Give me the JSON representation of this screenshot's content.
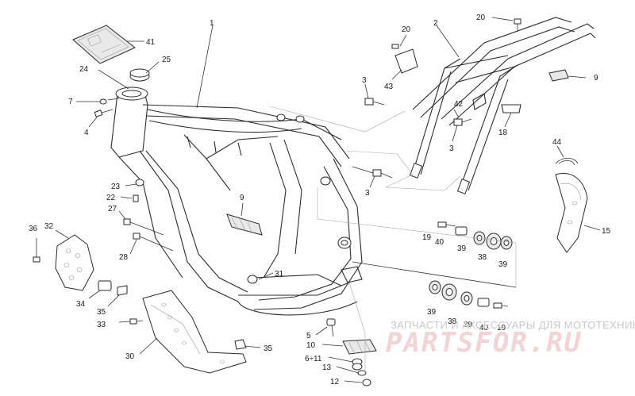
{
  "diagram": {
    "labels": [
      {
        "id": "lbl-1",
        "text": "1"
      },
      {
        "id": "lbl-2",
        "text": "2"
      },
      {
        "id": "lbl-3a",
        "text": "3"
      },
      {
        "id": "lbl-3b",
        "text": "3"
      },
      {
        "id": "lbl-3c",
        "text": "3"
      },
      {
        "id": "lbl-4",
        "text": "4"
      },
      {
        "id": "lbl-5",
        "text": "5"
      },
      {
        "id": "lbl-6-11",
        "text": "6÷11"
      },
      {
        "id": "lbl-7",
        "text": "7"
      },
      {
        "id": "lbl-9a",
        "text": "9"
      },
      {
        "id": "lbl-9b",
        "text": "9"
      },
      {
        "id": "lbl-10",
        "text": "10"
      },
      {
        "id": "lbl-12",
        "text": "12"
      },
      {
        "id": "lbl-13",
        "text": "13"
      },
      {
        "id": "lbl-15",
        "text": "15"
      },
      {
        "id": "lbl-18",
        "text": "18"
      },
      {
        "id": "lbl-19a",
        "text": "19"
      },
      {
        "id": "lbl-19b",
        "text": "19"
      },
      {
        "id": "lbl-20a",
        "text": "20"
      },
      {
        "id": "lbl-20b",
        "text": "20"
      },
      {
        "id": "lbl-22",
        "text": "22"
      },
      {
        "id": "lbl-23",
        "text": "23"
      },
      {
        "id": "lbl-24",
        "text": "24"
      },
      {
        "id": "lbl-25",
        "text": "25"
      },
      {
        "id": "lbl-27",
        "text": "27"
      },
      {
        "id": "lbl-28",
        "text": "28"
      },
      {
        "id": "lbl-30",
        "text": "30"
      },
      {
        "id": "lbl-31",
        "text": "31"
      },
      {
        "id": "lbl-32",
        "text": "32"
      },
      {
        "id": "lbl-33",
        "text": "33"
      },
      {
        "id": "lbl-34",
        "text": "34"
      },
      {
        "id": "lbl-35a",
        "text": "35"
      },
      {
        "id": "lbl-35b",
        "text": "35"
      },
      {
        "id": "lbl-36",
        "text": "36"
      },
      {
        "id": "lbl-38a",
        "text": "38"
      },
      {
        "id": "lbl-38b",
        "text": "38"
      },
      {
        "id": "lbl-39a",
        "text": "39"
      },
      {
        "id": "lbl-39b",
        "text": "39"
      },
      {
        "id": "lbl-39c",
        "text": "39"
      },
      {
        "id": "lbl-39d",
        "text": "39"
      },
      {
        "id": "lbl-40a",
        "text": "40"
      },
      {
        "id": "lbl-40b",
        "text": "40"
      },
      {
        "id": "lbl-41",
        "text": "41"
      },
      {
        "id": "lbl-42",
        "text": "42"
      },
      {
        "id": "lbl-43",
        "text": "43"
      },
      {
        "id": "lbl-44",
        "text": "44"
      }
    ]
  },
  "watermark": {
    "tagline": "ЗАПЧАСТИ И АКСЕССУАРЫ ДЛЯ МОТОТЕХНИКИ",
    "logo": "PARTSFOR.RU",
    "logo_color": "#f3d3d5",
    "tagline_color": "#c9c9c9"
  }
}
